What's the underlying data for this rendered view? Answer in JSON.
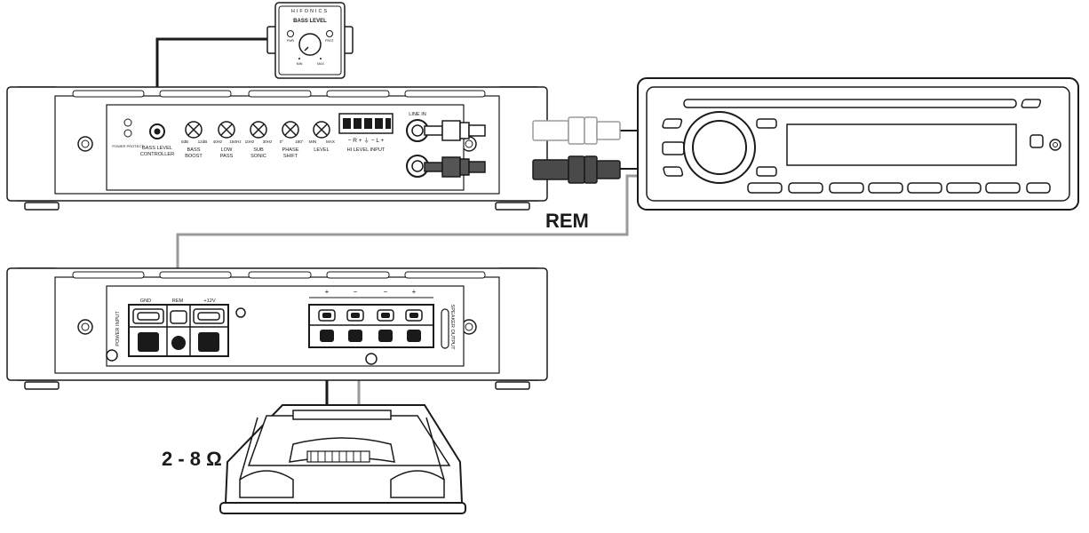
{
  "remote": {
    "brand": "HIFONICS",
    "title": "BASS LEVEL",
    "left_led": "PWR",
    "right_led": "PROT",
    "min": "MIN",
    "max": "MAX"
  },
  "amp1": {
    "led_label": "POWER PROTECT",
    "controller_label_1": "BASS LEVEL",
    "controller_label_2": "CONTROLLER",
    "knobs": [
      {
        "scale_min": "0dB",
        "scale_max": "12dB",
        "label_1": "BASS",
        "label_2": "BOOST"
      },
      {
        "scale_min": "40Hz",
        "scale_max": "150Hz",
        "label_1": "LOW",
        "label_2": "PASS"
      },
      {
        "scale_min": "10Hz",
        "scale_max": "30Hz",
        "label_1": "SUB",
        "label_2": "SONIC"
      },
      {
        "scale_min": "0°",
        "scale_max": "180°",
        "label_1": "PHASE",
        "label_2": "SHIFT"
      },
      {
        "scale_min": "MIN",
        "scale_max": "MAX",
        "label_1": "LEVEL",
        "label_2": ""
      }
    ],
    "hi_level_pins": "− R + ⏚ − L +",
    "hi_level_label": "HI LEVEL INPUT",
    "line_in_label": "LINE IN"
  },
  "amp2": {
    "power_input_label": "POWER INPUT",
    "gnd_label": "GND",
    "rem_label": "REM",
    "v12_label": "+12V",
    "speaker_signs": [
      "+",
      "−",
      "−",
      "+"
    ],
    "speaker_output_label": "SPEAKER OUTPUT"
  },
  "rem_wire_label": "REM",
  "impedance_label": "2 - 8 Ω"
}
